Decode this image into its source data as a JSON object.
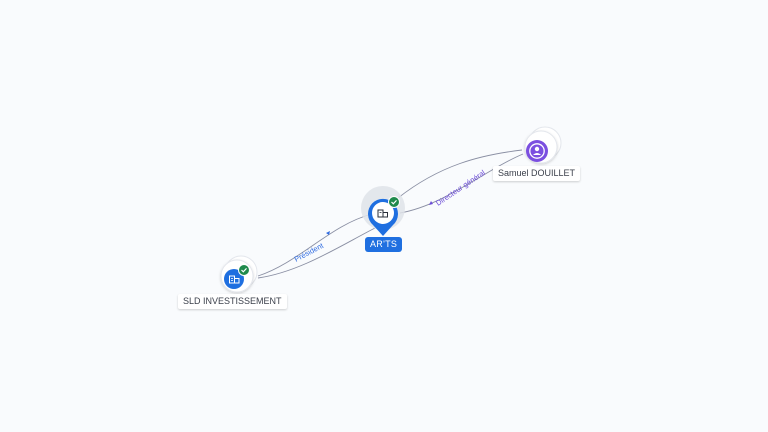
{
  "nodes": {
    "company": {
      "name": "AR'TS",
      "icon": "building-icon",
      "verified": true,
      "color": "#1f6fe0"
    },
    "shareholder_company": {
      "name": "SLD INVESTISSEMENT",
      "icon": "building-icon",
      "verified": true,
      "color": "#1f6fe0"
    },
    "person": {
      "name": "Samuel DOUILLET",
      "icon": "person-icon",
      "color": "#7b4fe0"
    }
  },
  "edges": {
    "president": {
      "label": "Président",
      "color": "#2f6be0"
    },
    "director": {
      "label": "Directeur général",
      "color": "#6a4ad6"
    }
  },
  "colors": {
    "verified_badge": "#1f8a4c",
    "edge_line": "#8a8fa3"
  }
}
